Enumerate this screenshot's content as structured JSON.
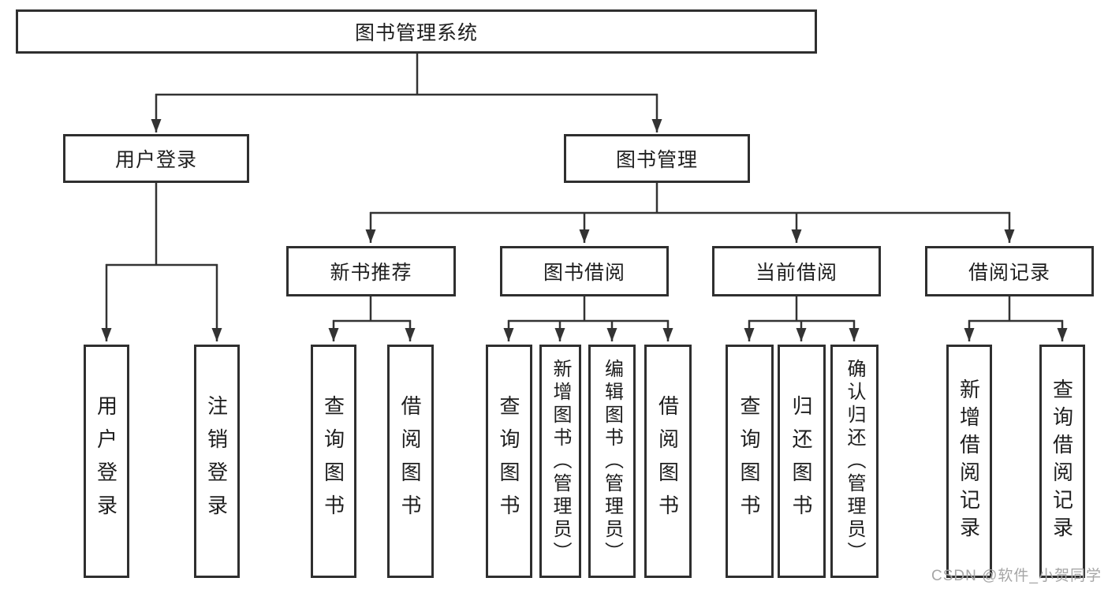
{
  "diagram": {
    "root": {
      "label": "图书管理系统",
      "children": [
        {
          "label": "用户登录",
          "children": [
            {
              "label": "用户登录"
            },
            {
              "label": "注销登录"
            }
          ]
        },
        {
          "label": "图书管理",
          "children": [
            {
              "label": "新书推荐",
              "children": [
                {
                  "label": "查询图书"
                },
                {
                  "label": "借阅图书"
                }
              ]
            },
            {
              "label": "图书借阅",
              "children": [
                {
                  "label": "查询图书"
                },
                {
                  "label": "新增图书（管理员）"
                },
                {
                  "label": "编辑图书（管理员）"
                },
                {
                  "label": "借阅图书"
                }
              ]
            },
            {
              "label": "当前借阅",
              "children": [
                {
                  "label": "查询图书"
                },
                {
                  "label": "归还图书"
                },
                {
                  "label": "确认归还（管理员）"
                }
              ]
            },
            {
              "label": "借阅记录",
              "children": [
                {
                  "label": "新增借阅记录"
                },
                {
                  "label": "查询借阅记录"
                }
              ]
            }
          ]
        }
      ]
    },
    "watermark": "CSDN @软件_小贺同学",
    "colors": {
      "line": "#333333",
      "box_border": "#2f2f2f",
      "text": "#1e1e1e",
      "background": "#ffffff",
      "watermark": "#a6a6a6"
    }
  }
}
